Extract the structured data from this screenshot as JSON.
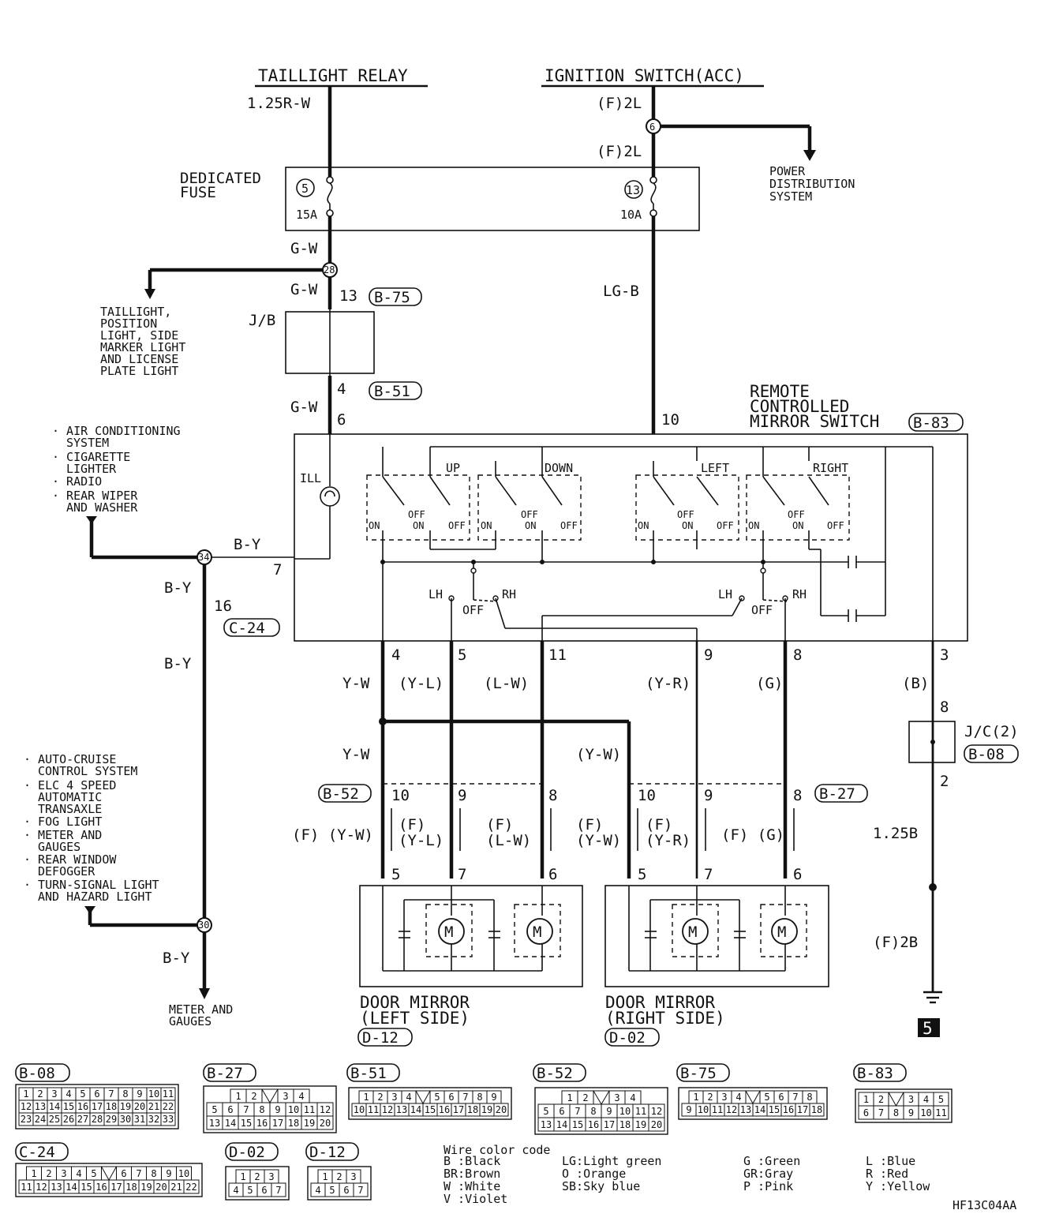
{
  "top": {
    "taillight_relay": "TAILLIGHT RELAY",
    "ignition_switch": "IGNITION SWITCH(ACC)",
    "wire_125rw": "1.25R-W",
    "wire_f2l_a": "(F)2L",
    "wire_f2l_b": "(F)2L",
    "power_distribution": [
      "POWER",
      "DISTRIBUTION",
      "SYSTEM"
    ],
    "dedicated_fuse": [
      "DEDICATED",
      "FUSE"
    ],
    "fuse5": "5",
    "fuse5_rating": "15A",
    "fuse13": "13",
    "fuse13_rating": "10A",
    "junction6": "6"
  },
  "left": {
    "wire_gw_1": "G-W",
    "junction28": "28",
    "wire_gw_2": "G-W",
    "pin13": "13",
    "conn_b75": "B-75",
    "jb": "J/B",
    "taillight_group": [
      "TAILLIGHT,",
      "POSITION",
      "LIGHT, SIDE",
      "MARKER LIGHT",
      "AND LICENSE",
      "PLATE LIGHT"
    ],
    "pin4": "4",
    "conn_b51": "B-51",
    "wire_gw_3": "G-W",
    "pin6": "6",
    "ill": "ILL",
    "accessories": [
      "· AIR CONDITIONING",
      "SYSTEM",
      "· CIGARETTE",
      "LIGHTER",
      "· RADIO",
      "· REAR WIPER",
      "AND WASHER"
    ],
    "wire_by_1": "B-Y",
    "pin7": "7",
    "junction34": "34",
    "wire_by_2": "B-Y",
    "pin16": "16",
    "conn_c24": "C-24",
    "wire_by_3": "B-Y",
    "systems": [
      "· AUTO-CRUISE",
      "CONTROL SYSTEM",
      "· ELC 4 SPEED",
      "AUTOMATIC",
      "TRANSAXLE",
      "· FOG LIGHT",
      "· METER AND",
      "GAUGES",
      "· REAR WINDOW",
      "DEFOGGER",
      "· TURN-SIGNAL LIGHT",
      "AND HAZARD LIGHT"
    ],
    "junction30": "30",
    "wire_by_4": "B-Y",
    "meter_gauges": [
      "METER AND",
      "GAUGES"
    ]
  },
  "switch": {
    "title": [
      "REMOTE",
      "CONTROLLED",
      "MIRROR SWITCH"
    ],
    "conn_b83": "B-83",
    "wire_lgb": "LG-B",
    "pin10": "10",
    "up": "UP",
    "down": "DOWN",
    "left": "LEFT",
    "right": "RIGHT",
    "off": "OFF",
    "on": "ON",
    "lh": "LH",
    "rh": "RH"
  },
  "harness": {
    "pins_top": [
      "4",
      "5",
      "11",
      "9",
      "8",
      "3"
    ],
    "wires_top": [
      "Y-W",
      "(Y-L)",
      "(L-W)",
      "(Y-R)",
      "(G)",
      "(B)"
    ],
    "pin8_jc": "8",
    "jc2": "J/C(2)",
    "conn_b08": "B-08",
    "pin2_jc": "2",
    "wire_yw_left": "Y-W",
    "wire_yw_right": "(Y-W)",
    "conn_b52": "B-52",
    "conn_b27": "B-27",
    "b52_pins": [
      "10",
      "9",
      "8"
    ],
    "b27_pins": [
      "10",
      "9",
      "8"
    ],
    "lower_left": [
      "(F) (Y-W)",
      "(F)",
      "(Y-L)",
      "(F)",
      "(L-W)"
    ],
    "lower_right": [
      "(F)",
      "(Y-W)",
      "(F)",
      "(Y-R)",
      "(F) (G)"
    ],
    "mirror_pins": [
      "5",
      "7",
      "6"
    ],
    "ground_wire": "1.25B",
    "ground_f2b": "(F)2B",
    "ground_num": "5"
  },
  "mirrors": {
    "left_title": [
      "DOOR MIRROR",
      "(LEFT SIDE)"
    ],
    "left_conn": "D-12",
    "right_title": [
      "DOOR MIRROR",
      "(RIGHT SIDE)"
    ],
    "right_conn": "D-02",
    "motor": "M"
  },
  "connectors": {
    "b08": {
      "name": "B-08",
      "rows": [
        [
          "1",
          "2",
          "3",
          "4",
          "5",
          "6",
          "7",
          "8",
          "9",
          "10",
          "11"
        ],
        [
          "12",
          "13",
          "14",
          "15",
          "16",
          "17",
          "18",
          "19",
          "20",
          "21",
          "22"
        ],
        [
          "23",
          "24",
          "25",
          "26",
          "27",
          "28",
          "29",
          "30",
          "31",
          "32",
          "33"
        ]
      ]
    },
    "b27": {
      "name": "B-27",
      "rows": [
        [
          "1",
          "2",
          "",
          "3",
          "4"
        ],
        [
          "5",
          "6",
          "7",
          "8",
          "9",
          "10",
          "11",
          "12"
        ],
        [
          "13",
          "14",
          "15",
          "16",
          "17",
          "18",
          "19",
          "20"
        ]
      ]
    },
    "b51": {
      "name": "B-51",
      "rows": [
        [
          "1",
          "2",
          "3",
          "4",
          "",
          "5",
          "6",
          "7",
          "8",
          "9"
        ],
        [
          "10",
          "11",
          "12",
          "13",
          "14",
          "15",
          "16",
          "17",
          "18",
          "19",
          "20"
        ]
      ]
    },
    "b52": {
      "name": "B-52",
      "rows": [
        [
          "1",
          "2",
          "",
          "3",
          "4"
        ],
        [
          "5",
          "6",
          "7",
          "8",
          "9",
          "10",
          "11",
          "12"
        ],
        [
          "13",
          "14",
          "15",
          "16",
          "17",
          "18",
          "19",
          "20"
        ]
      ]
    },
    "b75": {
      "name": "B-75",
      "rows": [
        [
          "1",
          "2",
          "3",
          "4",
          "",
          "5",
          "6",
          "7",
          "8"
        ],
        [
          "9",
          "10",
          "11",
          "12",
          "13",
          "14",
          "15",
          "16",
          "17",
          "18"
        ]
      ]
    },
    "b83": {
      "name": "B-83",
      "rows": [
        [
          "1",
          "2",
          "",
          "3",
          "4",
          "5"
        ],
        [
          "6",
          "7",
          "8",
          "9",
          "10",
          "11"
        ]
      ]
    },
    "c24": {
      "name": "C-24",
      "rows": [
        [
          "1",
          "2",
          "3",
          "4",
          "5",
          "",
          "6",
          "7",
          "8",
          "9",
          "10"
        ],
        [
          "11",
          "12",
          "13",
          "14",
          "15",
          "16",
          "17",
          "18",
          "19",
          "20",
          "21",
          "22"
        ]
      ]
    },
    "d02": {
      "name": "D-02",
      "rows": [
        [
          "1",
          "2",
          "3"
        ],
        [
          "4",
          "5",
          "6",
          "7"
        ]
      ]
    },
    "d12": {
      "name": "D-12",
      "rows": [
        [
          "1",
          "2",
          "3"
        ],
        [
          "4",
          "5",
          "6",
          "7"
        ]
      ]
    }
  },
  "legend": {
    "title": "Wire color code",
    "col1": [
      "B :Black",
      "BR:Brown",
      "W :White",
      "V :Violet"
    ],
    "col2": [
      "LG:Light green",
      "O :Orange",
      "SB:Sky blue"
    ],
    "col3": [
      "G :Green",
      "GR:Gray",
      "P :Pink"
    ],
    "col4": [
      "L :Blue",
      "R :Red",
      "Y :Yellow"
    ]
  },
  "code": "HF13C04AA"
}
